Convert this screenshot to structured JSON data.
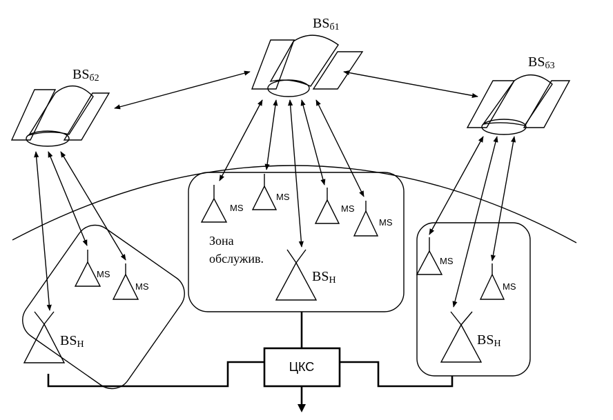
{
  "satellites": [
    {
      "id": "b1",
      "label_main": "BS",
      "label_sub": "б1"
    },
    {
      "id": "b2",
      "label_main": "BS",
      "label_sub": "б2"
    },
    {
      "id": "b3",
      "label_main": "BS",
      "label_sub": "б3"
    }
  ],
  "ground_stations": {
    "label_main": "BS",
    "label_sub": "Н"
  },
  "mobile_label": "MS",
  "zone_label_line1": "Зона",
  "zone_label_line2": "обслужив.",
  "switch_label": "ЦКС"
}
